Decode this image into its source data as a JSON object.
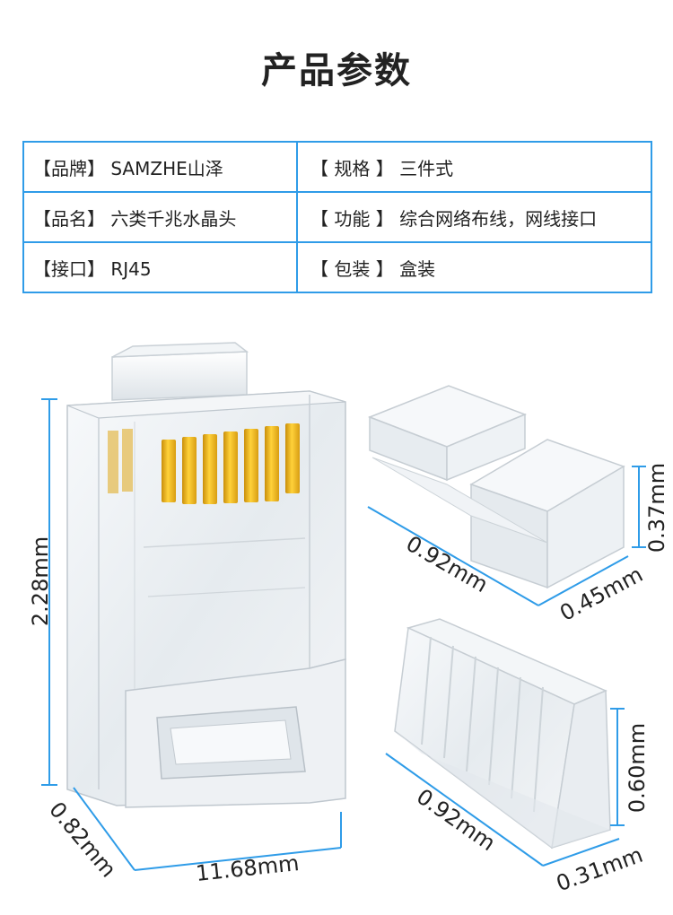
{
  "title": "产品参数",
  "specs": [
    [
      {
        "label": "【品牌】",
        "value": "SAMZHE山泽"
      },
      {
        "label": "【 规格 】",
        "value": "三件式"
      }
    ],
    [
      {
        "label": "【品名】",
        "value": "六类千兆水晶头"
      },
      {
        "label": "【 功能 】",
        "value": "综合网络布线，网线接口"
      }
    ],
    [
      {
        "label": "【接口】",
        "value": "RJ45"
      },
      {
        "label": "【 包装 】",
        "value": "盒装"
      }
    ]
  ],
  "dimensions": {
    "main_height": "2.28mm",
    "main_depth": "0.82mm",
    "main_length": "11.68mm",
    "top_length": "0.92mm",
    "top_width": "0.45mm",
    "top_height": "0.37mm",
    "bottom_length": "0.92mm",
    "bottom_width": "0.31mm",
    "bottom_height": "0.60mm"
  },
  "colors": {
    "table_border": "#2f9ce8",
    "dimension_line": "#2f9ce8",
    "gold_contact": "#f2b418"
  }
}
